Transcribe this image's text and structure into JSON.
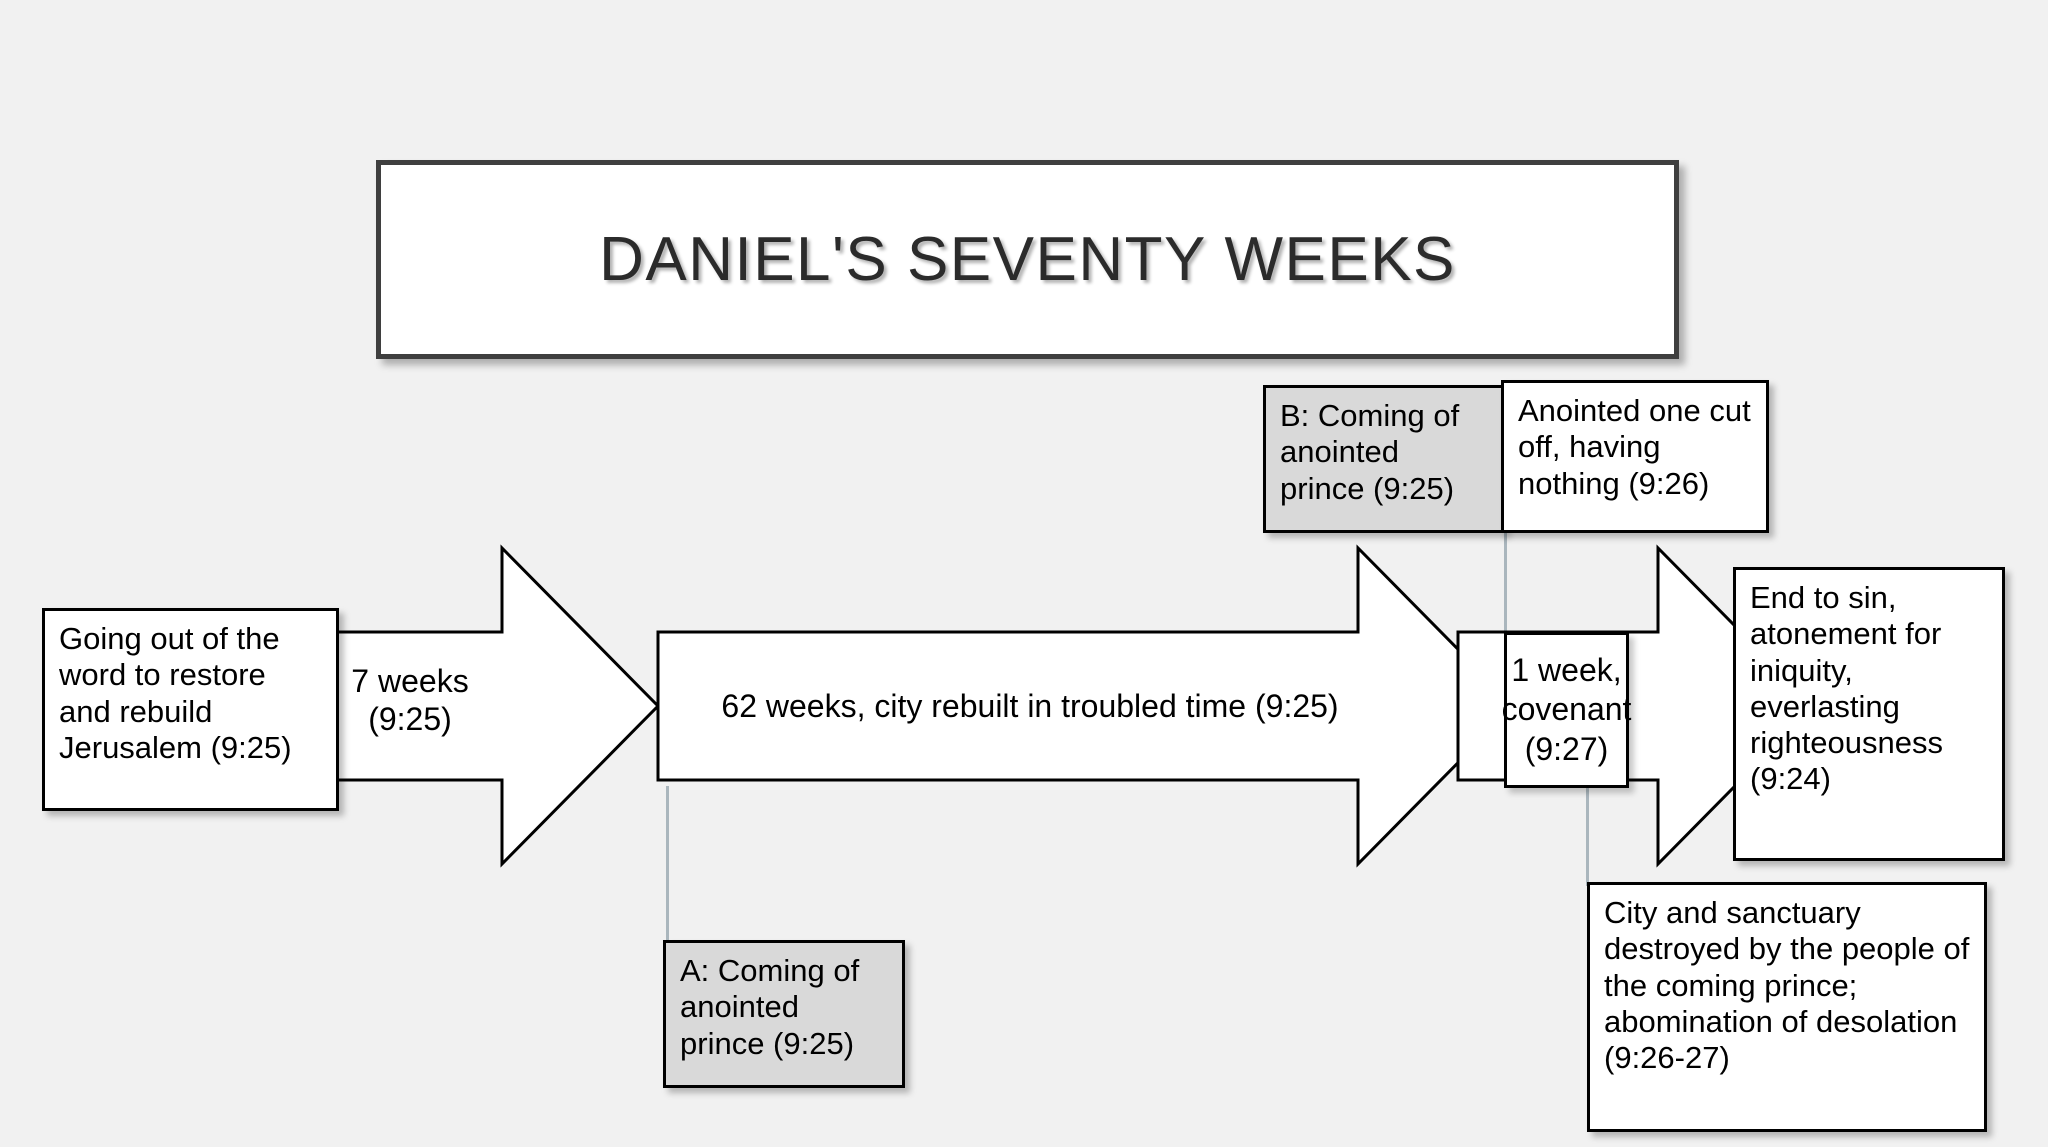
{
  "page": {
    "background_color": "#f1f1f1",
    "ink_color": "#000000",
    "highlight_fill": "#d9d9d9",
    "connector_color": "#aab6bd",
    "title_border_color": "#3f3f3f"
  },
  "title": {
    "text": "DANIEL'S SEVENTY WEEKS"
  },
  "boxes": {
    "start": {
      "label": "Going out of the word to restore and rebuild Jerusalem (9:25)",
      "fill": "white"
    },
    "b_event": {
      "label": "B: Coming of anointed prince (9:25)",
      "fill": "gray"
    },
    "anointed_cut_off": {
      "label": "Anointed one cut off, having nothing (9:26)",
      "fill": "white"
    },
    "a_event": {
      "label": "A: Coming of anointed prince (9:25)",
      "fill": "gray"
    },
    "end_to_sin": {
      "label": "End to sin, atonement for iniquity, everlasting righteousness (9:24)",
      "fill": "white"
    },
    "city_destroyed": {
      "label": "City and sanctuary destroyed by the people of the coming prince; abomination of desolation (9:26-27)",
      "fill": "white"
    }
  },
  "arrows": [
    {
      "id": "seven-weeks",
      "line1": "7 weeks",
      "line2": "(9:25)"
    },
    {
      "id": "sixty-two-weeks",
      "line1": "62 weeks, city rebuilt in troubled time (9:25)",
      "line2": ""
    },
    {
      "id": "final-week",
      "line1": "",
      "line2": ""
    }
  ],
  "week_box": {
    "line1": "1 week,",
    "line2": "covenant",
    "line3": "(9:27)"
  }
}
